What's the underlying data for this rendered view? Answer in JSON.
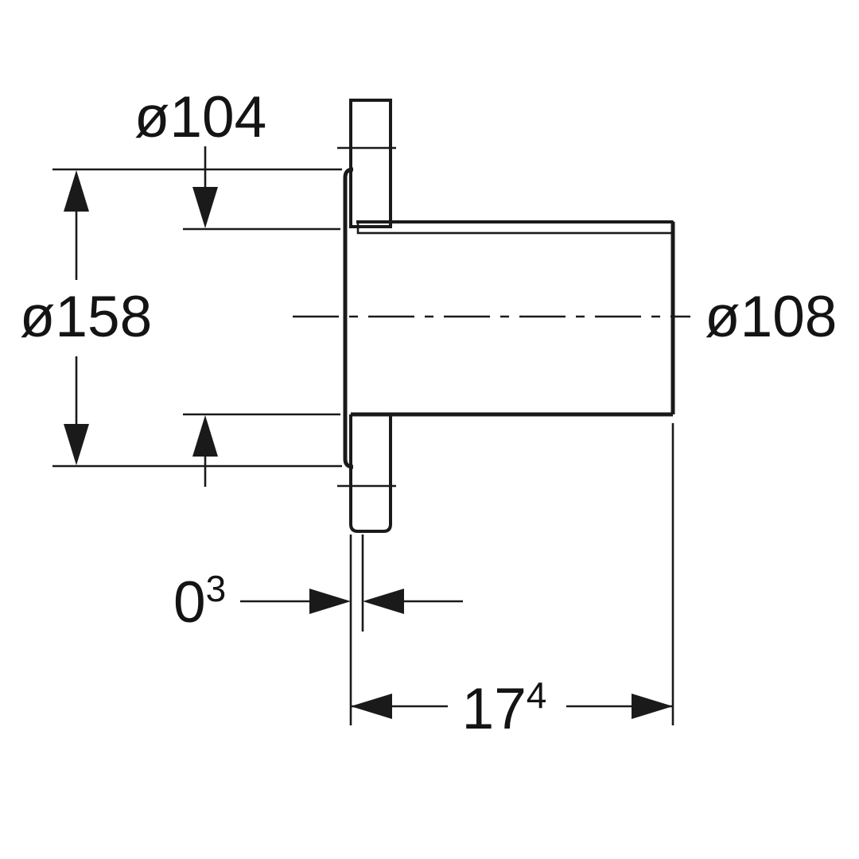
{
  "dimensions": {
    "inner_diameter": {
      "label": "ø104"
    },
    "flange_outer_diameter": {
      "label": "ø158"
    },
    "pipe_outer_diameter": {
      "label": "ø108"
    },
    "offset": {
      "value": "0",
      "tolerance_sup": "3"
    },
    "insertion_length": {
      "value": "17",
      "tolerance_sup": "4"
    }
  }
}
